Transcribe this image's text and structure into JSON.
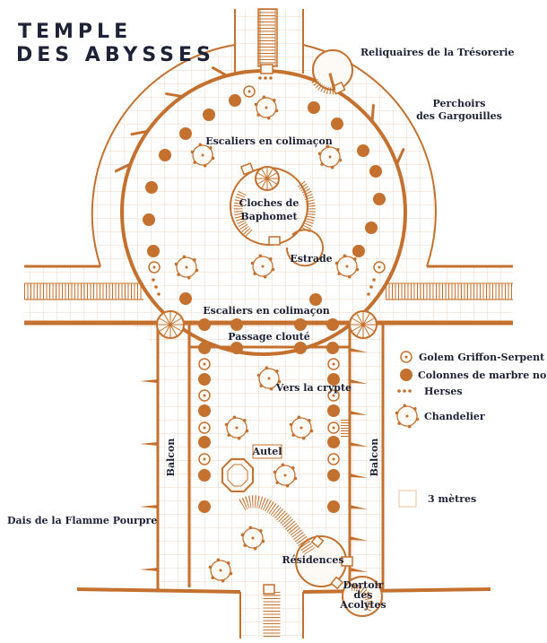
{
  "title": {
    "line1": "TEMPLE",
    "line2": "DES ABYSSES"
  },
  "labels": {
    "treasury": "Reliquaires de la Trésorerie",
    "perches_1": "Perchoirs",
    "perches_2": "des Gargouilles",
    "spiral_top": "Escaliers en colimaçon",
    "bells_1": "Cloches de",
    "bells_2": "Baphomet",
    "dais": "Estrade",
    "spiral_bottom": "Escaliers en colimaçon",
    "spiked_passage": "Passage clouté",
    "crypt": "Vers la crypte",
    "altar": "Autel",
    "balcony_left": "Balcon",
    "balcony_right": "Balcon",
    "flame_dais": "Dais de la Flamme Pourpre",
    "residences": "Résidences",
    "dorm_1": "Dortoir",
    "dorm_2": "des",
    "dorm_3": "Acolytes"
  },
  "legend": {
    "golem": "Golem Griffon-Serpent",
    "column": "Colonnes de marbre noir",
    "portcullis": "Herses",
    "chandelier": "Chandelier",
    "scale": "3 mètres"
  },
  "colors": {
    "ink": "#c4702e",
    "text": "#1e2236",
    "grid": "#f0d6bd",
    "floor": "#fdfaf5"
  }
}
